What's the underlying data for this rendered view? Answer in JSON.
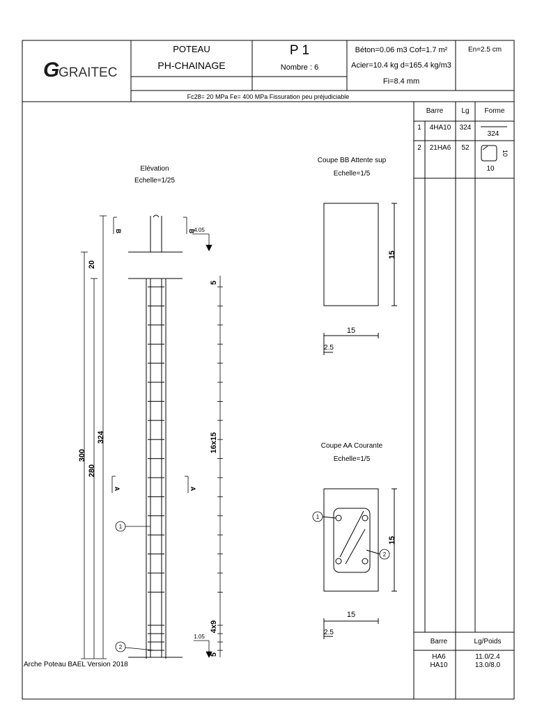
{
  "header": {
    "logo_text": "GRAITEC",
    "title_line1": "POTEAU",
    "title_line2": "PH-CHAINAGE",
    "ref": "P 1",
    "count": "Nombre : 6",
    "qty_line1": "Béton=0.06 m3 Cof=1.7 m²",
    "qty_line2": "Acier=10.4 kg d=165.4 kg/m3",
    "qty_line3": "Fi=8.4 mm",
    "cover": "En=2.5 cm",
    "materials": "Fc28=  20 MPa Fe=  400 MPa Fissuration peu préjudiciable"
  },
  "bars_table": {
    "col_headers": [
      "Barre",
      "Lg",
      "Forme"
    ],
    "rows": [
      {
        "num": "1",
        "bar": "4HA10",
        "lg": "324",
        "shape_dim": "324"
      },
      {
        "num": "2",
        "bar": "21HA6",
        "lg": "52",
        "shape_dim_v": "10",
        "shape_dim_h": "10"
      }
    ]
  },
  "weights_table": {
    "col_headers": [
      "Barre",
      "Lg/Poids"
    ],
    "bars": [
      "HA6",
      "HA10"
    ],
    "values": [
      "11.0/2.4",
      "13.0/8.0"
    ]
  },
  "elevation": {
    "title": "Elévation",
    "scale": "Echelle=1/25",
    "dim_300": "300",
    "dim_280": "280",
    "dim_324": "324",
    "dim_20": "20",
    "dim_5_top": "5",
    "dim_16x15": "16x15",
    "dim_4x9": "4x9",
    "dim_5_bot": "5",
    "level_top": "4.05",
    "level_bot": "1.05",
    "section_b": "B",
    "section_a": "A",
    "marker_1": "1",
    "marker_2": "2"
  },
  "section_bb": {
    "title": "Coupe BB Attente sup",
    "scale": "Echelle=1/5",
    "width": "15",
    "height": "15",
    "cover": "2.5"
  },
  "section_aa": {
    "title": "Coupe AA Courante",
    "scale": "Echelle=1/5",
    "width": "15",
    "height": "15",
    "cover": "2.5",
    "marker_1": "1",
    "marker_2": "2"
  },
  "footer": {
    "version": "Arche Poteau BAEL Version 2018"
  }
}
